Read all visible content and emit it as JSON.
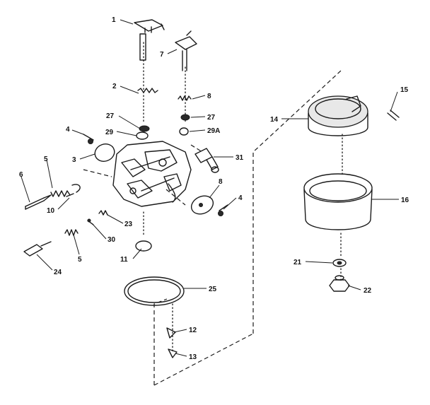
{
  "diagram": {
    "callouts": {
      "c1": "1",
      "c2": "2",
      "c3": "3",
      "c4a": "4",
      "c4b": "4",
      "c5a": "5",
      "c5b": "5",
      "c6": "6",
      "c7": "7",
      "c8a": "8",
      "c8b": "8",
      "c10": "10",
      "c11": "11",
      "c12": "12",
      "c13": "13",
      "c14": "14",
      "c15": "15",
      "c16": "16",
      "c21": "21",
      "c22": "22",
      "c23": "23",
      "c24": "24",
      "c25": "25",
      "c27a": "27",
      "c27b": "27",
      "c29": "29",
      "c29a": "29A",
      "c30": "30",
      "c31": "31"
    }
  }
}
